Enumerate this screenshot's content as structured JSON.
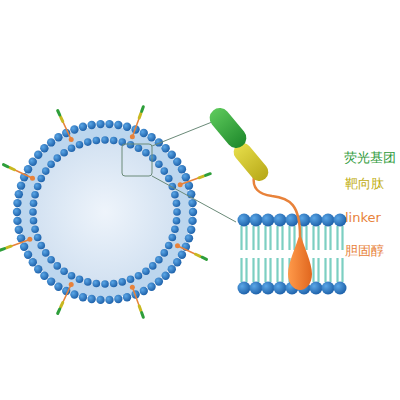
{
  "diagram": {
    "labels": [
      "荧光基团",
      "靶向肽",
      "linker",
      "胆固醇"
    ]
  }
}
